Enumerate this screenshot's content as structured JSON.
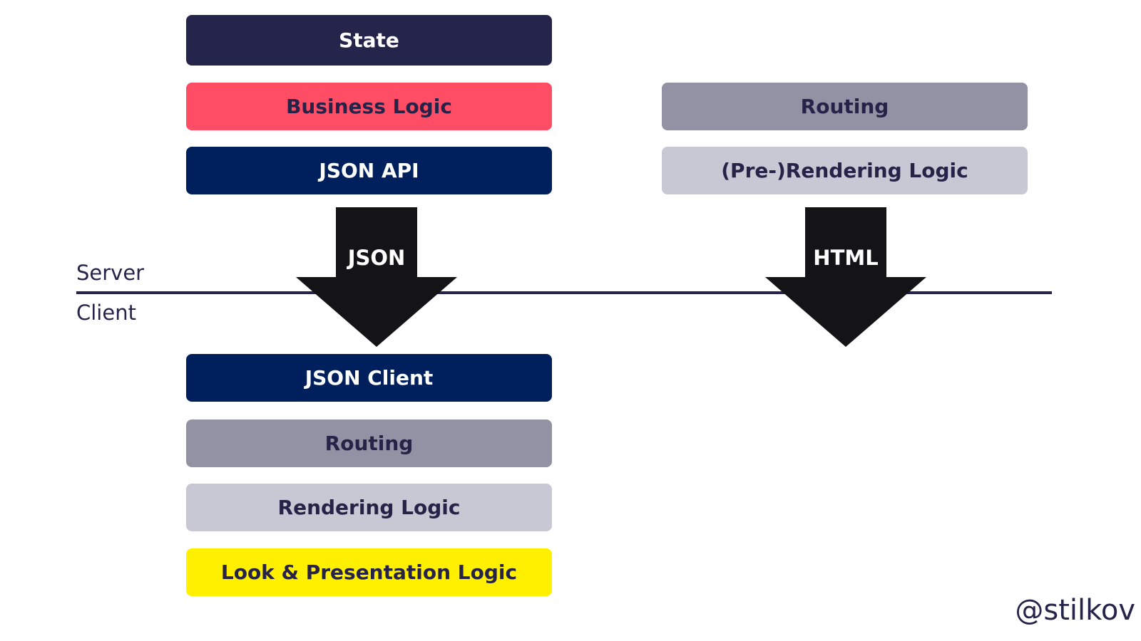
{
  "server_stack": {
    "state": "State",
    "business_logic": "Business Logic",
    "json_api": "JSON API"
  },
  "client_stack": {
    "json_client": "JSON Client",
    "routing": "Routing",
    "rendering_logic": "Rendering Logic",
    "look_presentation": "Look & Presentation Logic"
  },
  "right_stack": {
    "routing": "Routing",
    "prerendering_logic": "(Pre-)Rendering Logic"
  },
  "divider": {
    "server_label": "Server",
    "client_label": "Client"
  },
  "arrows": {
    "left_label": "JSON",
    "right_label": "HTML"
  },
  "colors": {
    "state": "#25244a",
    "business_logic": "#ff4d66",
    "json_layer": "#00205d",
    "routing": "#9192a4",
    "rendering": "#c8c8d4",
    "look": "#fff000",
    "arrow": "#141416"
  },
  "handle": "@stilkov"
}
